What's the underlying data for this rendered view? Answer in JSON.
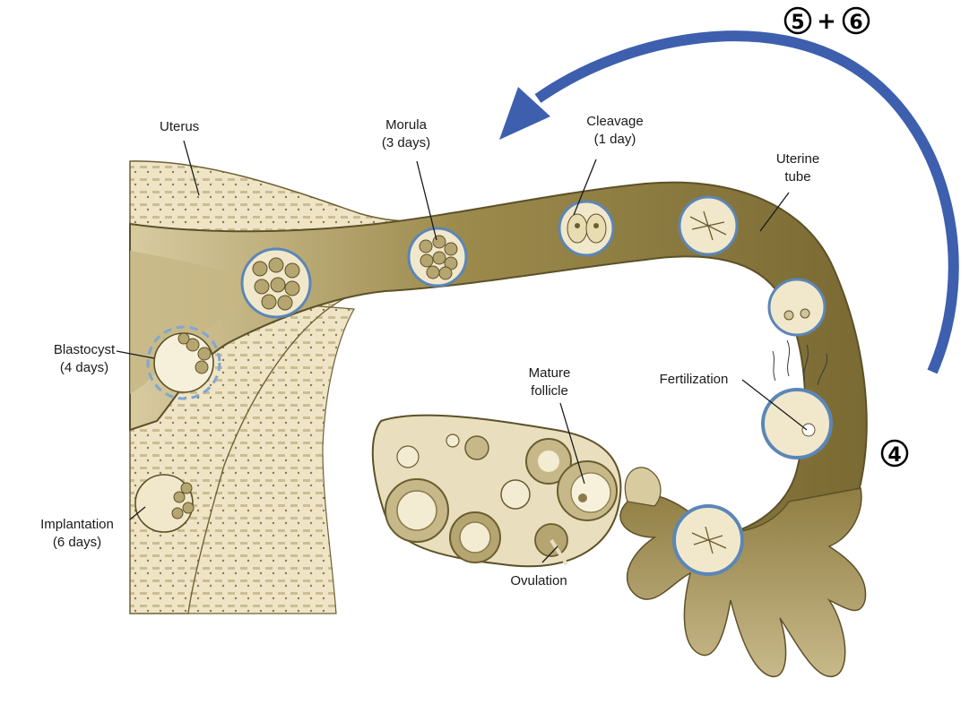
{
  "labels": {
    "uterus": "Uterus",
    "morula": [
      "Morula",
      "(3 days)"
    ],
    "cleavage": [
      "Cleavage",
      "(1 day)"
    ],
    "uterine_tube": [
      "Uterine",
      "tube"
    ],
    "blastocyst": [
      "Blastocyst",
      "(4 days)"
    ],
    "mature_follicle": [
      "Mature",
      "follicle"
    ],
    "fertilization": "Fertilization",
    "implantation": [
      "Implantation",
      "(6 days)"
    ],
    "ovulation": "Ovulation"
  },
  "step_markers": {
    "top_left": "5",
    "plus": "+",
    "top_right": "6",
    "right": "4"
  },
  "colors": {
    "tube_dark": "#7a6a33",
    "tube_light": "#c9bb8c",
    "tissue": "#f1e8cc",
    "tissue_dots": "#b7a878",
    "arrow": "#3d5fae",
    "cell_ring": "#5b86b7"
  }
}
